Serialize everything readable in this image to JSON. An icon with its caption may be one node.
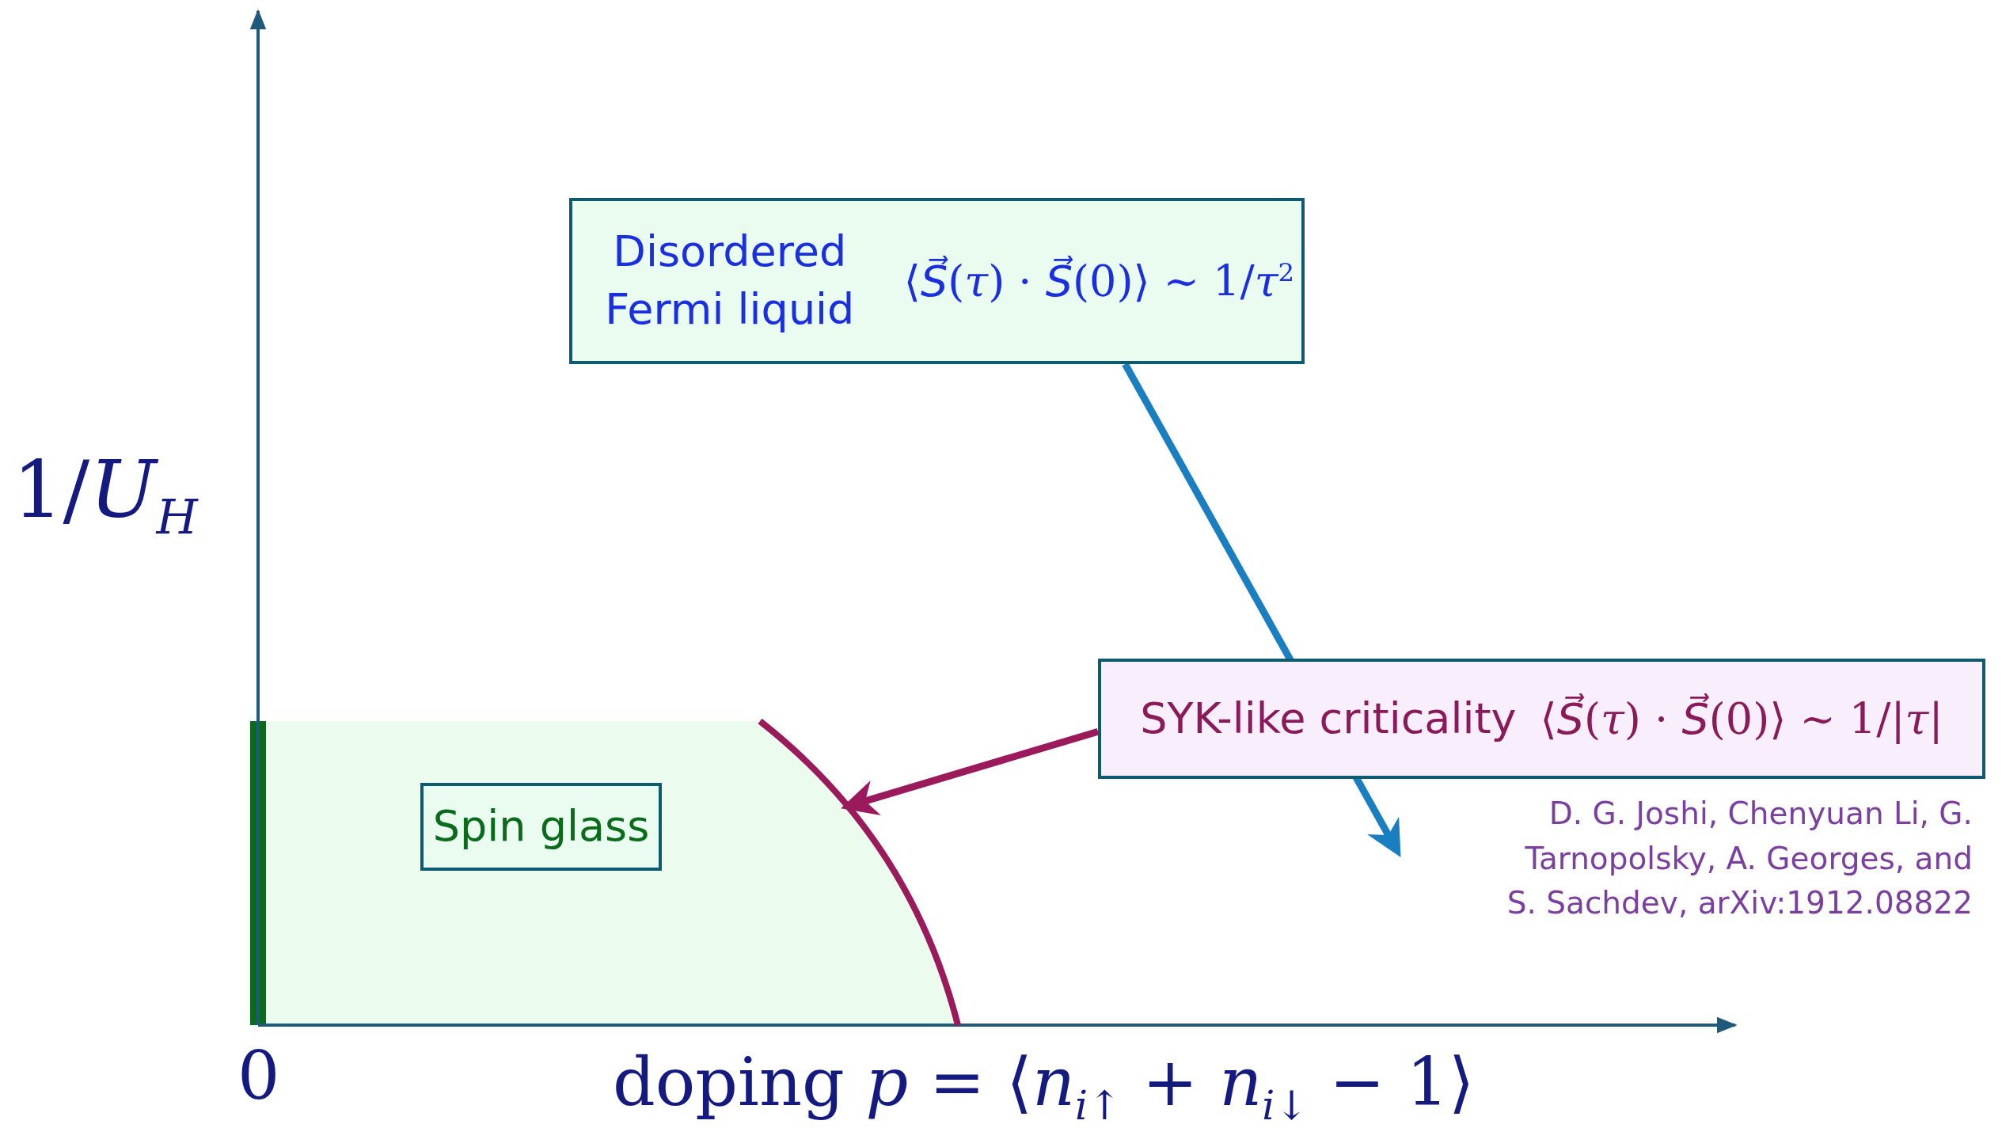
{
  "diagram": {
    "nodes": [
      {
        "text": [
          "Disordered Fermi liquid",
          "⟨*S⃗*(*τ*) · *S⃗*(0)⟩ ∼ 1/*τ*$^{2}$"
        ]
      },
      {
        "text": [
          "SYK-like criticality",
          "⟨*S⃗*(*τ*) · *S⃗*(0)⟩ ∼ 1/|*τ*|"
        ]
      },
      {
        "text": [
          "Spin glass"
        ]
      },
      {
        "text": [],
        "shape": "curve"
      }
    ],
    "edges": [
      {
        "from": 0,
        "to": null,
        "arrow": "to",
        "color": "#1a7fc0"
      },
      {
        "from": 1,
        "to": 3,
        "arrow": "to",
        "color": "#9b1a5c"
      }
    ],
    "labels": [
      "1/*U*$_{H}$",
      "0",
      "doping *p* = ⟨*n*$_{i↑}$ + *n*$_{i↓}$ − 1⟩",
      "D. G. Joshi, Chenyuan Li, G. Tarnopolsky, A. Georges, and S. Sachdev, arXiv:1912.08822"
    ]
  }
}
